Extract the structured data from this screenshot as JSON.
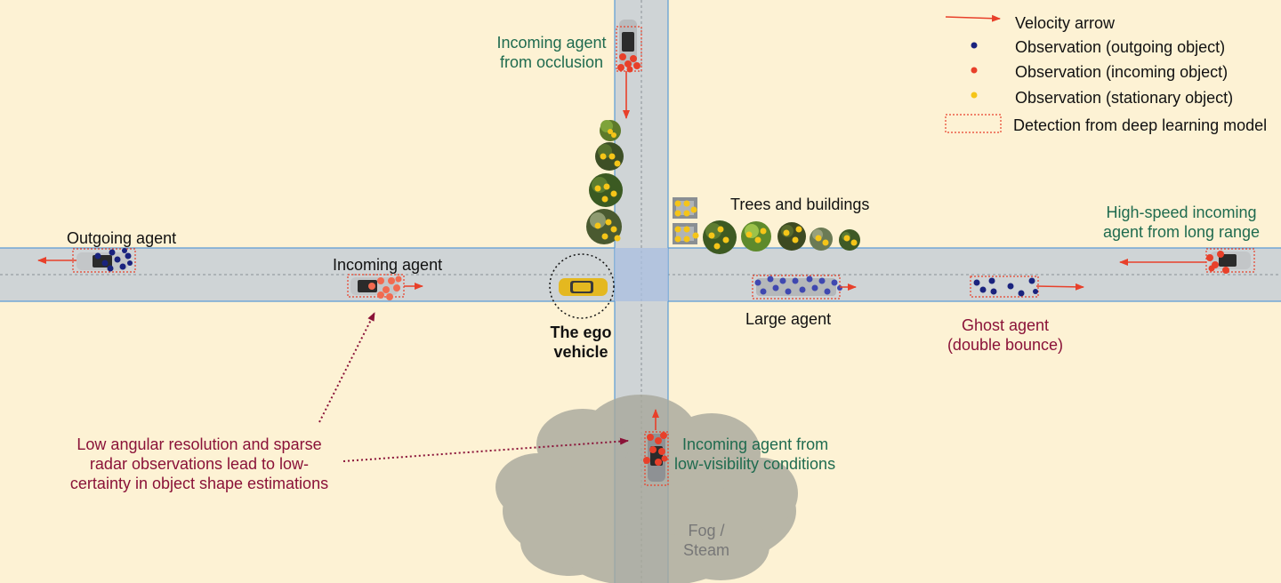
{
  "colors": {
    "background": "#fdf2d4",
    "road": "#cfd4d6",
    "road_edge": "#5b9bd5",
    "velocity_arrow": "#e8402a",
    "outgoing_observation": "#1a237e",
    "incoming_observation": "#e8402a",
    "stationary_observation": "#f5c518",
    "fog": "#a8a89c",
    "label_green": "#1f6b4f",
    "label_maroon": "#8a1238"
  },
  "legend": {
    "velocity_arrow": "Velocity arrow",
    "outgoing_observation": "Observation (outgoing object)",
    "incoming_observation": "Observation (incoming object)",
    "stationary_observation": "Observation (stationary object)",
    "detection": "Detection from deep learning model"
  },
  "labels": {
    "occlusion": [
      "Incoming agent",
      "from occlusion"
    ],
    "trees_buildings": "Trees and buildings",
    "high_speed": [
      "High-speed incoming",
      "agent from long range"
    ],
    "outgoing_agent": "Outgoing agent",
    "incoming_agent": "Incoming agent",
    "ego": [
      "The ego",
      "vehicle"
    ],
    "large_agent": "Large agent",
    "ghost_agent": [
      "Ghost agent",
      "(double bounce)"
    ],
    "low_angular": [
      "Low angular resolution and sparse",
      "radar observations lead to low-",
      "certainty in object shape estimations"
    ],
    "low_visibility": [
      "Incoming agent from",
      "low-visibility conditions"
    ],
    "fog": [
      "Fog /",
      "Steam"
    ]
  }
}
